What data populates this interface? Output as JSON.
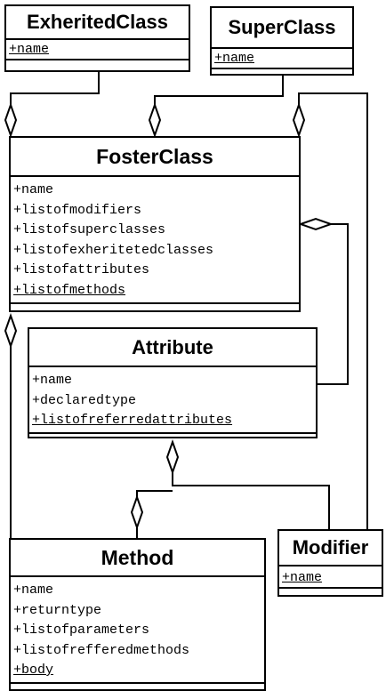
{
  "classes": {
    "exherited": {
      "name": "ExheritedClass",
      "attributes": [
        "+name"
      ]
    },
    "superclass": {
      "name": "SuperClass",
      "attributes": [
        "+name"
      ]
    },
    "foster": {
      "name": "FosterClass",
      "attributes": [
        "+name",
        "+listofmodifiers",
        "+listofsuperclasses",
        "+listofexheritetedclasses",
        "+listofattributes",
        "+listofmethods"
      ]
    },
    "attribute": {
      "name": "Attribute",
      "attributes": [
        "+name",
        "+declaredtype",
        "+listofreferredattributes"
      ]
    },
    "method": {
      "name": "Method",
      "attributes": [
        "+name",
        "+returntype",
        "+listofparameters",
        "+listofrefferedmethods",
        "+body"
      ]
    },
    "modifier": {
      "name": "Modifier",
      "attributes": [
        "+name"
      ]
    }
  },
  "colors": {
    "line": "#000000",
    "background": "#ffffff"
  }
}
